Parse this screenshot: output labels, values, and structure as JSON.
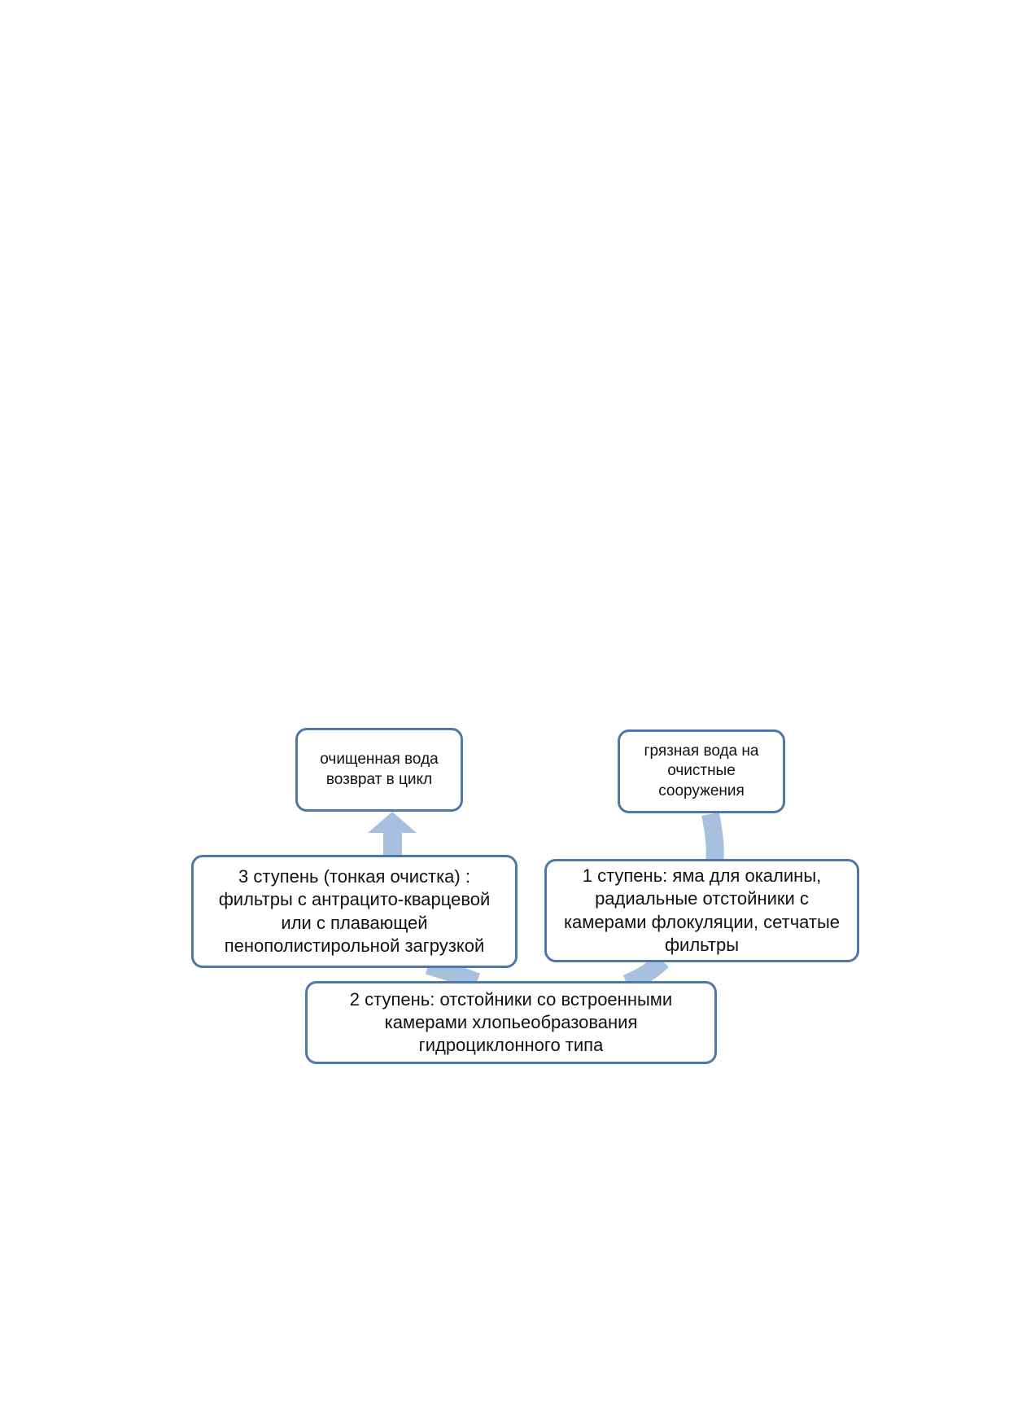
{
  "colors": {
    "node_border": "#4f77a8",
    "connector": "#a7c0e0",
    "background": "#ffffff"
  },
  "nodes": {
    "clean": "очищенная вода\nвозврат в цикл",
    "dirty": "грязная вода на\nочистные\nсооружения",
    "stage1": "1 ступень:    яма для окалины,\nрадиальные отстойники с\nкамерами флокуляции, сетчатые\nфильтры",
    "stage2": "2 ступень: отстойники со встроенными\nкамерами хлопьеобразования\nгидроциклонного типа",
    "stage3": "3 ступень (тонкая очистка) :\nфильтры с антрацито-кварцевой\nили с плавающей\nпенополистирольной загрузкой"
  }
}
